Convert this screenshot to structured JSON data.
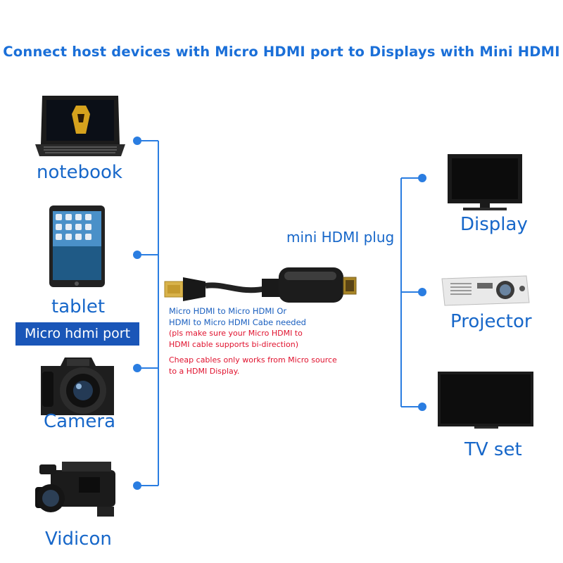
{
  "title": "Connect host devices with Micro HDMI port to Displays with Mini HDMI",
  "sources": [
    {
      "id": "notebook",
      "label": "notebook",
      "icon": "laptop-icon"
    },
    {
      "id": "tablet",
      "label": "tablet",
      "icon": "tablet-icon"
    },
    {
      "id": "camera",
      "label": "Camera",
      "icon": "camera-icon"
    },
    {
      "id": "vidicon",
      "label": "Vidicon",
      "icon": "camcorder-icon"
    }
  ],
  "badge": "Micro hdmi port",
  "displays": [
    {
      "id": "display",
      "label": "Display",
      "icon": "monitor-icon"
    },
    {
      "id": "projector",
      "label": "Projector",
      "icon": "projector-icon"
    },
    {
      "id": "tv",
      "label": "TV set",
      "icon": "tv-icon"
    }
  ],
  "plug_label": "mini HDMI plug",
  "cable_note": {
    "line1": "Micro HDMI to Micro HDMI Or",
    "line2": "HDMI to Micro HDMI Cabe needed",
    "warn1": "(pls make sure your Micro HDMI to",
    "warn2": "HDMI cable supports bi-direction)",
    "warn3": "Cheap cables only works from Micro source",
    "warn4": "to a HDMI Display."
  },
  "colors": {
    "accent": "#1767c9",
    "connector": "#2a7de1",
    "warning": "#e0122e",
    "badge_bg": "#1a56b8"
  }
}
